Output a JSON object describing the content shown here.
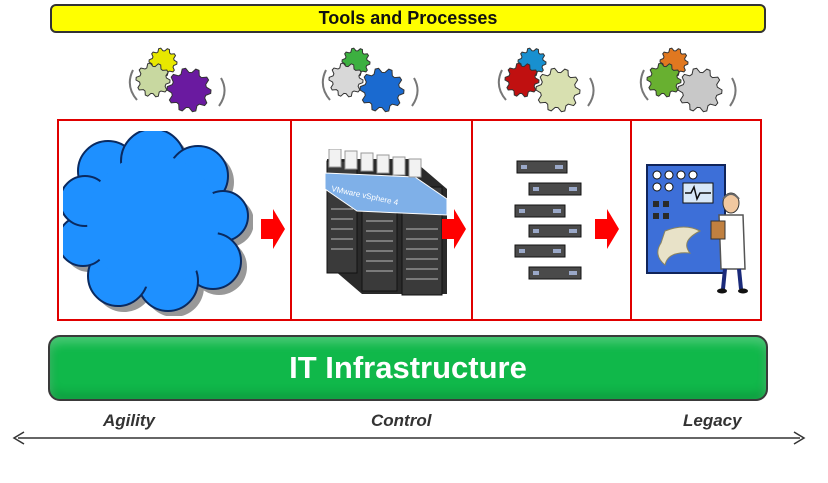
{
  "header": {
    "title": "Tools and Processes"
  },
  "panel_row": {
    "panels": [
      {
        "name": "cloud"
      },
      {
        "name": "virtualization",
        "rack_label": "VMware vSphere 4"
      },
      {
        "name": "servers"
      },
      {
        "name": "mainframe"
      }
    ]
  },
  "gear_colors": [
    [
      "#e8e800",
      "#c8d8a0",
      "#6a1aa0"
    ],
    [
      "#3cb040",
      "#d8d8d8",
      "#1a6ad0"
    ],
    [
      "#1890d0",
      "#c01010",
      "#d8e0b0"
    ],
    [
      "#e07820",
      "#68b030",
      "#c8c8c8"
    ]
  ],
  "colors": {
    "header_bg": "#ffff00",
    "infra_bg": "#10b84a",
    "panel_border": "#e00000",
    "arrow": "#ff0000",
    "cloud": "#1e90ff"
  },
  "footer": {
    "title": "IT Infrastructure"
  },
  "scale": {
    "left": "Agility",
    "middle": "Control",
    "right": "Legacy"
  }
}
